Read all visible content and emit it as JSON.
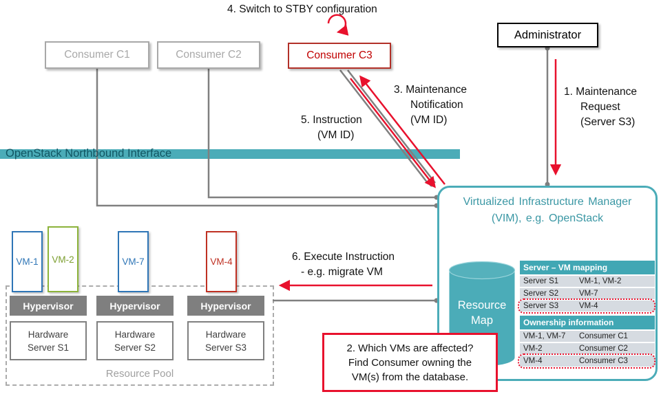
{
  "steps": {
    "s1": {
      "lines": [
        "1. Maintenance",
        "Request",
        "(Server S3)"
      ]
    },
    "s2": {
      "lines": [
        "2. Which VMs are affected?",
        "Find Consumer owning the",
        "VM(s) from the database."
      ]
    },
    "s3": {
      "lines": [
        "3. Maintenance",
        "Notification",
        "(VM ID)"
      ]
    },
    "s4": {
      "label": "4. Switch to STBY configuration"
    },
    "s5": {
      "lines": [
        "5. Instruction",
        "(VM ID)"
      ]
    },
    "s6": {
      "lines": [
        "6. Execute Instruction",
        "- e.g. migrate VM"
      ]
    }
  },
  "actors": {
    "consumer_c1": "Consumer C1",
    "consumer_c2": "Consumer C2",
    "consumer_c3": "Consumer C3",
    "administrator": "Administrator"
  },
  "northbound_label": "OpenStack Northbound Interface",
  "vim": {
    "title": [
      "Virtualized Infrastructure Manager",
      "(VIM), e.g. OpenStack"
    ],
    "resource_map": [
      "Resource",
      "Map"
    ],
    "server_vm_mapping": {
      "header": "Server – VM mapping",
      "rows": [
        {
          "server": "Server S1",
          "vms": "VM-1, VM-2"
        },
        {
          "server": "Server S2",
          "vms": "VM-7"
        },
        {
          "server": "Server S3",
          "vms": "VM-4"
        }
      ]
    },
    "ownership": {
      "header": "Ownership information",
      "rows": [
        {
          "vms": "VM-1, VM-7",
          "owner": "Consumer C1"
        },
        {
          "vms": "VM-2",
          "owner": "Consumer C2"
        },
        {
          "vms": "VM-4",
          "owner": "Consumer C3"
        }
      ]
    }
  },
  "resource_pool": {
    "label": "Resource Pool",
    "vms": [
      "VM-1",
      "VM-2",
      "VM-7",
      "VM-4"
    ],
    "hypervisor": "Hypervisor",
    "servers": [
      [
        "Hardware",
        "Server S1"
      ],
      [
        "Hardware",
        "Server S2"
      ],
      [
        "Hardware",
        "Server S3"
      ]
    ]
  },
  "colors": {
    "teal": "#4BACB8",
    "table_header_teal": "#41A7B4",
    "arrow_red": "#E8112D",
    "consumer_gray": "#A8A8A8",
    "dark_red_border": "#B23028",
    "vm_blue": "#2E75B6",
    "vm_green": "#8CB33A",
    "vm_red": "#BF3022",
    "line_gray": "#808080"
  }
}
